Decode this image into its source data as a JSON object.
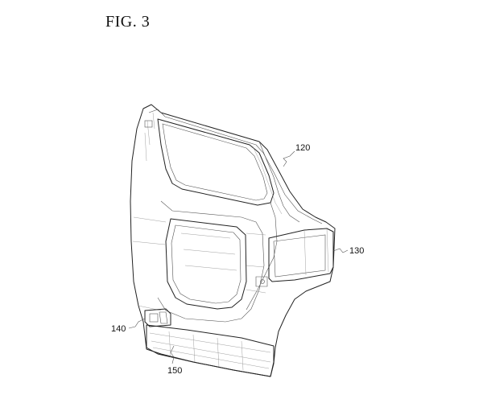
{
  "figure": {
    "title": "FIG. 3"
  },
  "references": {
    "r120": "120",
    "r130": "130",
    "r140": "140",
    "r150": "150"
  }
}
